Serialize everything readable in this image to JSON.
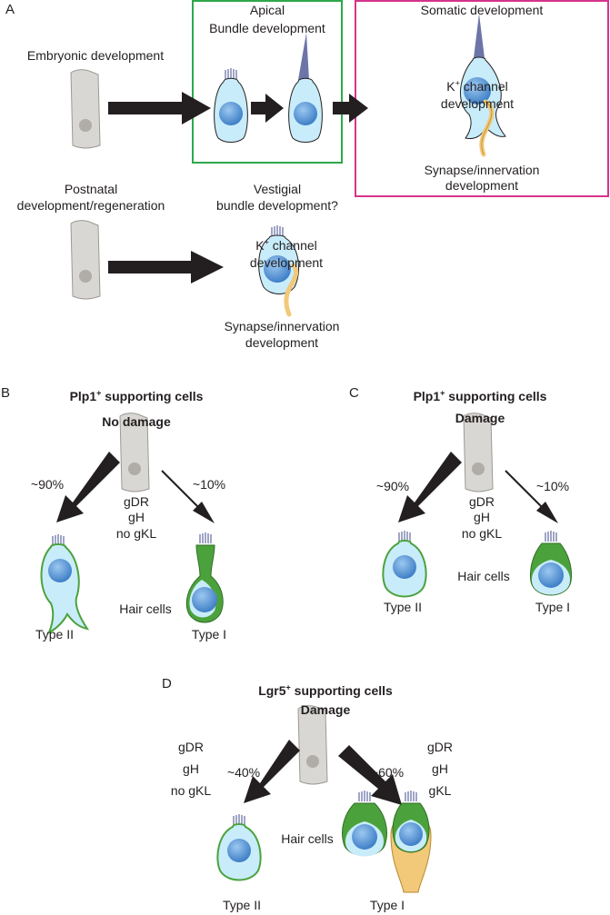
{
  "colors": {
    "box_apical": "#2ea84a",
    "box_somatic": "#d6338b",
    "cell_cytoplasm": "#c8ecfa",
    "nucleus": "#5b9bd5",
    "stem_cell": "#d9d7d3",
    "stem_nucleus": "#b0aca8",
    "bundle": "#6c75a8",
    "innervation": "#f2c879",
    "marker_green": "#4ba23c",
    "arrow": "#231f20"
  },
  "panel_a": {
    "label": "A",
    "apical_box_title": "Apical",
    "apical_box_subtitle": "Bundle development",
    "somatic_title": "Somatic development",
    "k_channel_line1": "K",
    "k_channel_sup": "+",
    "k_channel_line1_rest": " channel",
    "k_channel_line2": "development",
    "synapse_line1": "Synapse/innervation",
    "synapse_line2": "development",
    "embryonic": "Embryonic development",
    "postnatal_line1": "Postnatal",
    "postnatal_line2": "development/regeneration",
    "vestigial_line1": "Vestigial",
    "vestigial_line2": "bundle development?",
    "k2_line1": "K",
    "k2_sup": "+",
    "k2_line1_rest": " channel",
    "k2_line2": "development",
    "syn2_line1": "Synapse/innervation",
    "syn2_line2": "development"
  },
  "panel_b": {
    "label": "B",
    "title_pre": "Plp1",
    "title_sup": "+",
    "title_post": " supporting cells",
    "condition": "No damage",
    "pct_left": "~90%",
    "pct_right": "~10%",
    "markers": [
      "gDR",
      "gH",
      "no gKL"
    ],
    "hair_cells": "Hair cells",
    "type_left": "Type II",
    "type_right": "Type I"
  },
  "panel_c": {
    "label": "C",
    "title_pre": "Plp1",
    "title_sup": "+",
    "title_post": " supporting cells",
    "condition": "Damage",
    "pct_left": "~90%",
    "pct_right": "~10%",
    "markers": [
      "gDR",
      "gH",
      "no gKL"
    ],
    "hair_cells": "Hair cells",
    "type_left": "Type II",
    "type_right": "Type I"
  },
  "panel_d": {
    "label": "D",
    "title_pre": "Lgr5",
    "title_sup": "+",
    "title_post": " supporting cells",
    "condition": "Damage",
    "pct_left": "~40%",
    "pct_right": "~60%",
    "markers_left": [
      "gDR",
      "gH",
      "no gKL"
    ],
    "markers_right": [
      "gDR",
      "gH",
      "gKL"
    ],
    "hair_cells": "Hair cells",
    "type_left": "Type II",
    "type_right": "Type I"
  }
}
